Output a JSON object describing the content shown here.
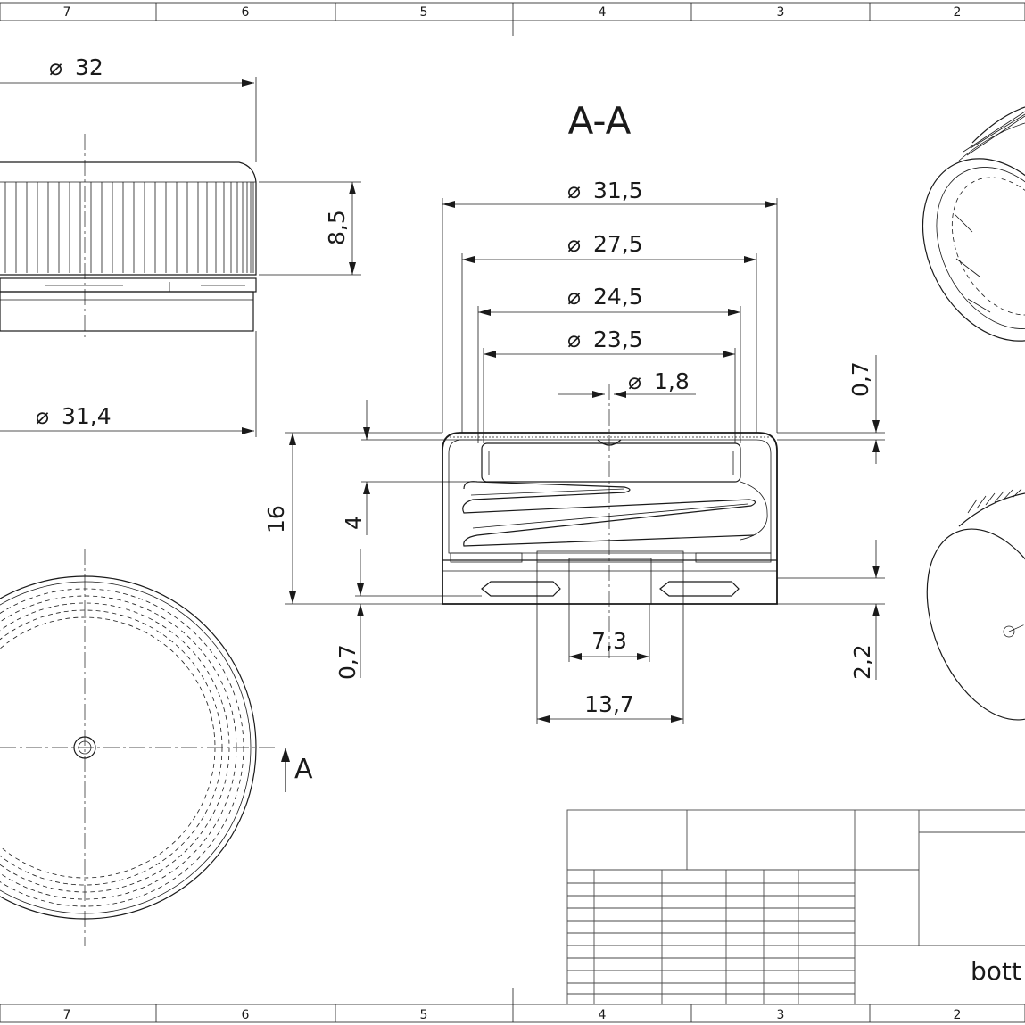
{
  "section_title": "A-A",
  "section_mark": "A",
  "zone_numbers": [
    "7",
    "6",
    "5",
    "4",
    "3",
    "2"
  ],
  "dimensions": {
    "top_diameter": "32",
    "side_height": "8,5",
    "side_diameter": "31,4",
    "outer_diameter": "31,5",
    "diameter_2": "27,5",
    "diameter_3": "24,5",
    "diameter_4": "23,5",
    "hole_diameter": "1,8",
    "top_thickness_right": "0,7",
    "total_height": "16",
    "thread_height": "4",
    "bottom_left": "0,7",
    "bottom_right": "2,2",
    "width_small": "7,3",
    "width_large": "13,7"
  },
  "diameter_symbol": "⌀",
  "title_block": {
    "name_partial": "bott"
  }
}
